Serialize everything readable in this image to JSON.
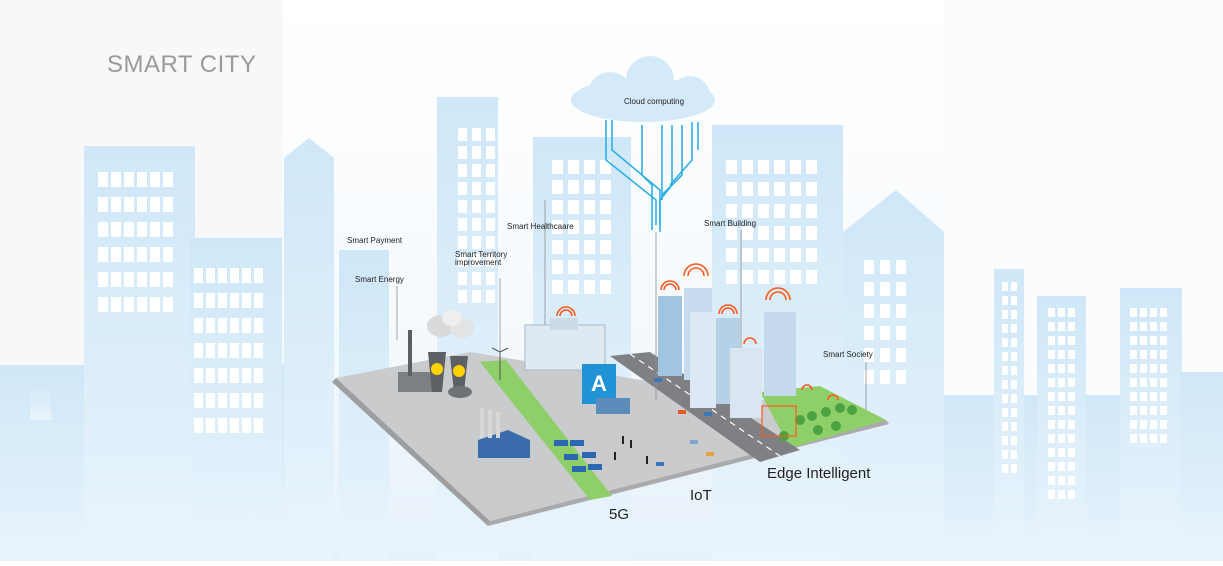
{
  "title": "SMART CITY",
  "labels": {
    "cloud": "Cloud computing",
    "smart_payment": "Smart Payment",
    "smart_energy": "Smart Energy",
    "smart_territory_line1": "Smart Territory",
    "smart_territory_line2": "improvement",
    "smart_healthcare": "Smart Healthcaare",
    "smart_building": "Smart Building",
    "smart_society": "Smart Society",
    "edge": "Edge Intelligent",
    "iot": "IoT",
    "fiveg": "5G"
  },
  "colors": {
    "sky_building": "#d6ecfb",
    "sky_window": "#ffffff",
    "ground": "#c9cacc",
    "grass": "#8fcf6a",
    "cloud": "#d7ebf8",
    "cable": "#33b2e6",
    "tower": "#ff5a1f",
    "factory": "#3c6fae",
    "hospital_blue": "#2a9bdc"
  },
  "icons": [
    "cloud-icon",
    "wifi-icon",
    "nuclear-icon",
    "solar-panel-icon",
    "tree-icon",
    "car-icon",
    "person-icon",
    "wind-turbine-icon"
  ]
}
